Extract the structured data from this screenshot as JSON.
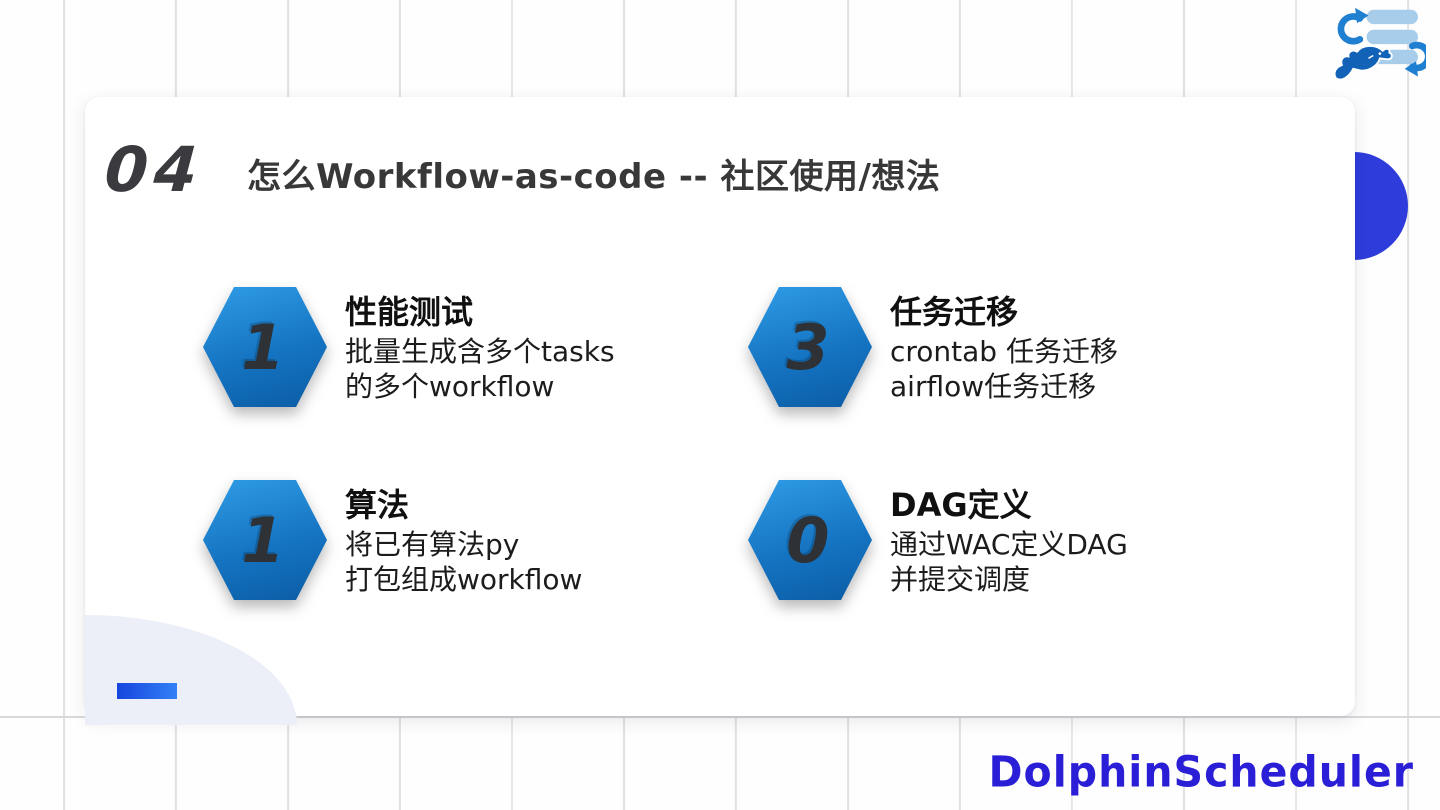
{
  "header": {
    "section_number": "04",
    "title": "怎么Workflow-as-code -- 社区使用/想法"
  },
  "items": [
    {
      "badge": "1",
      "title": "性能测试",
      "lines": [
        "批量生成含多个tasks",
        "的多个workflow"
      ]
    },
    {
      "badge": "3",
      "title": "任务迁移",
      "lines": [
        "crontab 任务迁移",
        "airflow任务迁移"
      ]
    },
    {
      "badge": "1",
      "title": "算法",
      "lines": [
        "将已有算法py",
        "打包组成workflow"
      ]
    },
    {
      "badge": "0",
      "title": "DAG定义",
      "lines": [
        "通过WAC定义DAG",
        "并提交调度"
      ]
    }
  ],
  "brand": {
    "wordmark": "DolphinScheduler",
    "logo_icon": "dolphinscheduler-logo"
  },
  "colors": {
    "accent_circle": "#2e3cdb",
    "hex_top": "#2f9ce6",
    "hex_bottom": "#0b5ca4",
    "badge_num": "#2e3136",
    "heading": "#3b3b3f",
    "text_dark": "#1c1c1c",
    "wordmark": "#2a1ed6",
    "bar_from": "#1545dd",
    "bar_to": "#3380f7",
    "deco": "#edeff8",
    "grid_line": "#e2e2e5",
    "logo_light": "#a8cdeb",
    "logo_blue": "#1f7fd0",
    "dolphin_blue": "#1262b8"
  }
}
